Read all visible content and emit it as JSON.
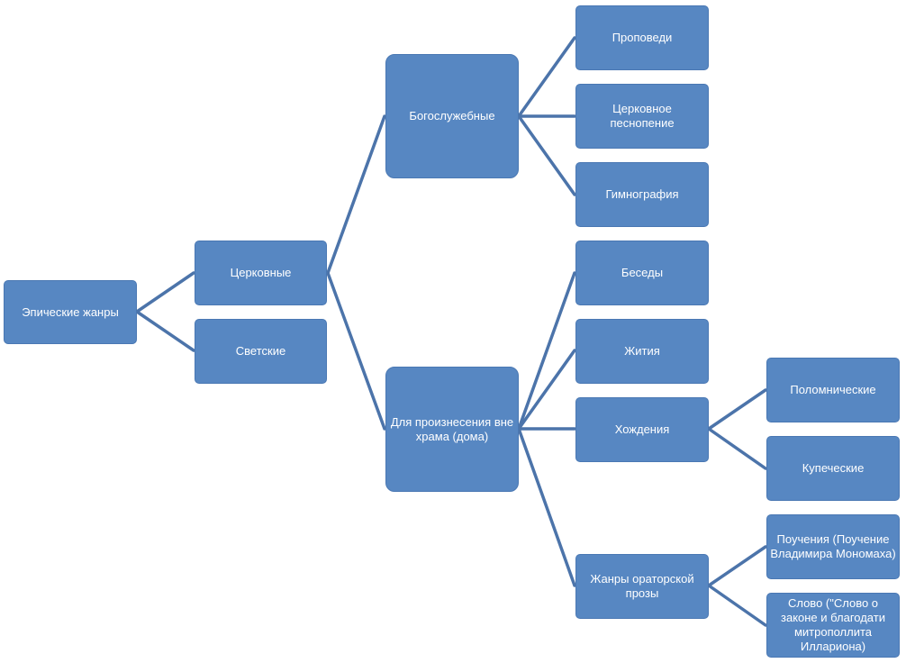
{
  "diagram": {
    "root": "Эпические жанры",
    "level1": {
      "church": "Церковные",
      "secular": "Светские"
    },
    "level2": {
      "liturgical": "Богослужебные",
      "outside_temple": "Для произнесения вне\nхрама (дома)"
    },
    "liturgical_children": {
      "sermons": "Проповеди",
      "chant": "Церковное\nпеснопение",
      "hymnography": "Гимнография"
    },
    "outside_children": {
      "conversations": "Беседы",
      "lives": "Жития",
      "walkings": "Хождения",
      "oratory": "Жанры ораторской\nпрозы"
    },
    "walkings_children": {
      "pilgrim": "Поломнические",
      "merchant": "Купеческие"
    },
    "oratory_children": {
      "teachings": "Поучения (Поучение\nВладимира Мономаха)",
      "word": "Слово (\"Слово о\nзаконе и благодати\nмитрополлита\nИллариона)"
    },
    "colors": {
      "node_fill": "#5787c2",
      "node_border": "#4a78b3",
      "connector": "#4c74aa",
      "text": "#ffffff"
    }
  }
}
